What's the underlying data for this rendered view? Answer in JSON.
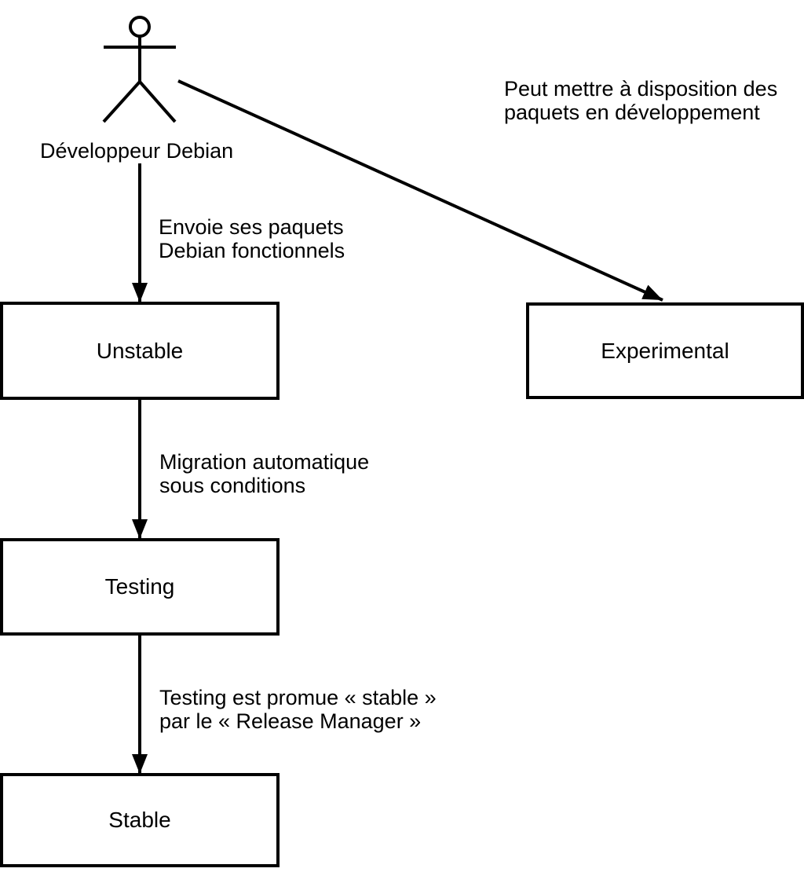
{
  "actor": {
    "label": "Développeur Debian"
  },
  "nodes": {
    "unstable": {
      "label": "Unstable"
    },
    "experimental": {
      "label": "Experimental"
    },
    "testing": {
      "label": "Testing"
    },
    "stable": {
      "label": "Stable"
    }
  },
  "edges": {
    "dev_to_unstable": {
      "line1": "Envoie ses paquets",
      "line2": "Debian fonctionnels"
    },
    "dev_to_experimental": {
      "line1": "Peut mettre à disposition des",
      "line2": "paquets en développement"
    },
    "unstable_to_testing": {
      "line1": "Migration automatique",
      "line2": "sous conditions"
    },
    "testing_to_stable": {
      "line1": "Testing est promue « stable »",
      "line2": "par le « Release Manager »"
    }
  },
  "colors": {
    "stroke": "#000000",
    "background": "#ffffff",
    "text": "#000000"
  }
}
